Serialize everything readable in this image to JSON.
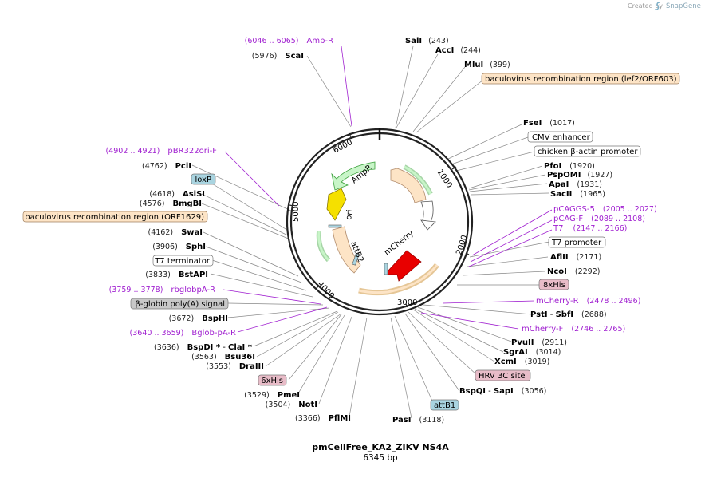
{
  "header": {
    "created_by": "Created by",
    "brand": "SnapGene"
  },
  "plasmid": {
    "name": "pmCellFree_KA2_ZIKV NS4A",
    "length_label": "6345 bp"
  },
  "ticks": [
    "1000",
    "2000",
    "3000",
    "4000",
    "5000",
    "6000"
  ],
  "inner_features": [
    "AmpR",
    "ori",
    "attB2",
    "mCherry"
  ],
  "colors": {
    "enzyme": "#000000",
    "primer": "#a020d0",
    "feature_orange": "#fde4c6",
    "feature_blue": "#a9d4e0",
    "feature_pink": "#e8bcc8",
    "feature_grey": "#c8c8c8",
    "ampr_green": "#c8f5c8",
    "ori_yellow": "#f5e000",
    "mcherry_red": "#e80000"
  },
  "sites": {
    "sali": {
      "name": "SalI",
      "pos": "(243)"
    },
    "acci": {
      "name": "AccI",
      "pos": "(244)"
    },
    "mlui": {
      "name": "MluI",
      "pos": "(399)"
    },
    "lef2": {
      "name": "baculovirus recombination region (lef2/ORF603)"
    },
    "fsei": {
      "name": "FseI",
      "pos": "(1017)"
    },
    "cmv": {
      "name": "CMV enhancer"
    },
    "cba": {
      "name": "chicken β-actin promoter"
    },
    "pfoi": {
      "name": "PfoI",
      "pos": "(1920)"
    },
    "pspomi": {
      "name": "PspOMI",
      "pos": "(1927)"
    },
    "apai": {
      "name": "ApaI",
      "pos": "(1931)"
    },
    "sacii": {
      "name": "SacII",
      "pos": "(1965)"
    },
    "pcaggs5": {
      "name": "pCAGGS-5",
      "pos": "(2005 .. 2027)"
    },
    "pcagf": {
      "name": "pCAG-F",
      "pos": "(2089 .. 2108)"
    },
    "t7p": {
      "name": "T7",
      "pos": "(2147 .. 2166)"
    },
    "t7prom": {
      "name": "T7 promoter"
    },
    "aflii": {
      "name": "AflII",
      "pos": "(2171)"
    },
    "ncoi": {
      "name": "NcoI",
      "pos": "(2292)"
    },
    "his8": {
      "name": "8xHis"
    },
    "mcherryr": {
      "name": "mCherry-R",
      "pos": "(2478 .. 2496)"
    },
    "psti": {
      "name": "PstI",
      "sep": " - ",
      "name2": "SbfI",
      "pos": "(2688)"
    },
    "mcherryf": {
      "name": "mCherry-F",
      "pos": "(2746 .. 2765)"
    },
    "pvuii": {
      "name": "PvuII",
      "pos": "(2911)"
    },
    "sgrai": {
      "name": "SgrAI",
      "pos": "(3014)"
    },
    "xcmi": {
      "name": "XcmI",
      "pos": "(3019)"
    },
    "hrv": {
      "name": "HRV 3C site"
    },
    "bspqi": {
      "name": "BspQI",
      "sep": " - ",
      "name2": "SapI",
      "pos": "(3056)"
    },
    "attb1": {
      "name": "attB1"
    },
    "pasi": {
      "name": "PasI",
      "pos": "(3118)"
    },
    "amprp": {
      "name": "Amp-R",
      "pos": "(6046 .. 6065)"
    },
    "scai": {
      "name": "ScaI",
      "pos": "(5976)"
    },
    "pbr": {
      "name": "pBR322ori-F",
      "pos": "(4902 .. 4921)"
    },
    "pcii": {
      "name": "PciI",
      "pos": "(4762)"
    },
    "loxp": {
      "name": "loxP"
    },
    "asisi": {
      "name": "AsiSI",
      "pos": "(4618)"
    },
    "bmgbi": {
      "name": "BmgBI",
      "pos": "(4576)"
    },
    "orf1629": {
      "name": "baculovirus recombination region (ORF1629)"
    },
    "swai": {
      "name": "SwaI",
      "pos": "(4162)"
    },
    "sphi": {
      "name": "SphI",
      "pos": "(3906)"
    },
    "t7term": {
      "name": "T7 terminator"
    },
    "bstapi": {
      "name": "BstAPI",
      "pos": "(3833)"
    },
    "rbglob": {
      "name": "rbglobpA-R",
      "pos": "(3759 .. 3778)"
    },
    "bglobin": {
      "name": "β-globin poly(A) signal"
    },
    "bsphi": {
      "name": "BspHI",
      "pos": "(3672)"
    },
    "bglobpa": {
      "name": "Bglob-pA-R",
      "pos": "(3640 .. 3659)"
    },
    "bspdi": {
      "name": "BspDI *",
      "sep": " - ",
      "name2": "ClaI *",
      "pos": "(3636)"
    },
    "bsu36i": {
      "name": "Bsu36I",
      "pos": "(3563)"
    },
    "draiii": {
      "name": "DraIII",
      "pos": "(3553)"
    },
    "his6": {
      "name": "6xHis"
    },
    "pmei": {
      "name": "PmeI",
      "pos": "(3529)"
    },
    "noti": {
      "name": "NotI",
      "pos": "(3504)"
    },
    "pflmi": {
      "name": "PflMI",
      "pos": "(3366)"
    }
  }
}
